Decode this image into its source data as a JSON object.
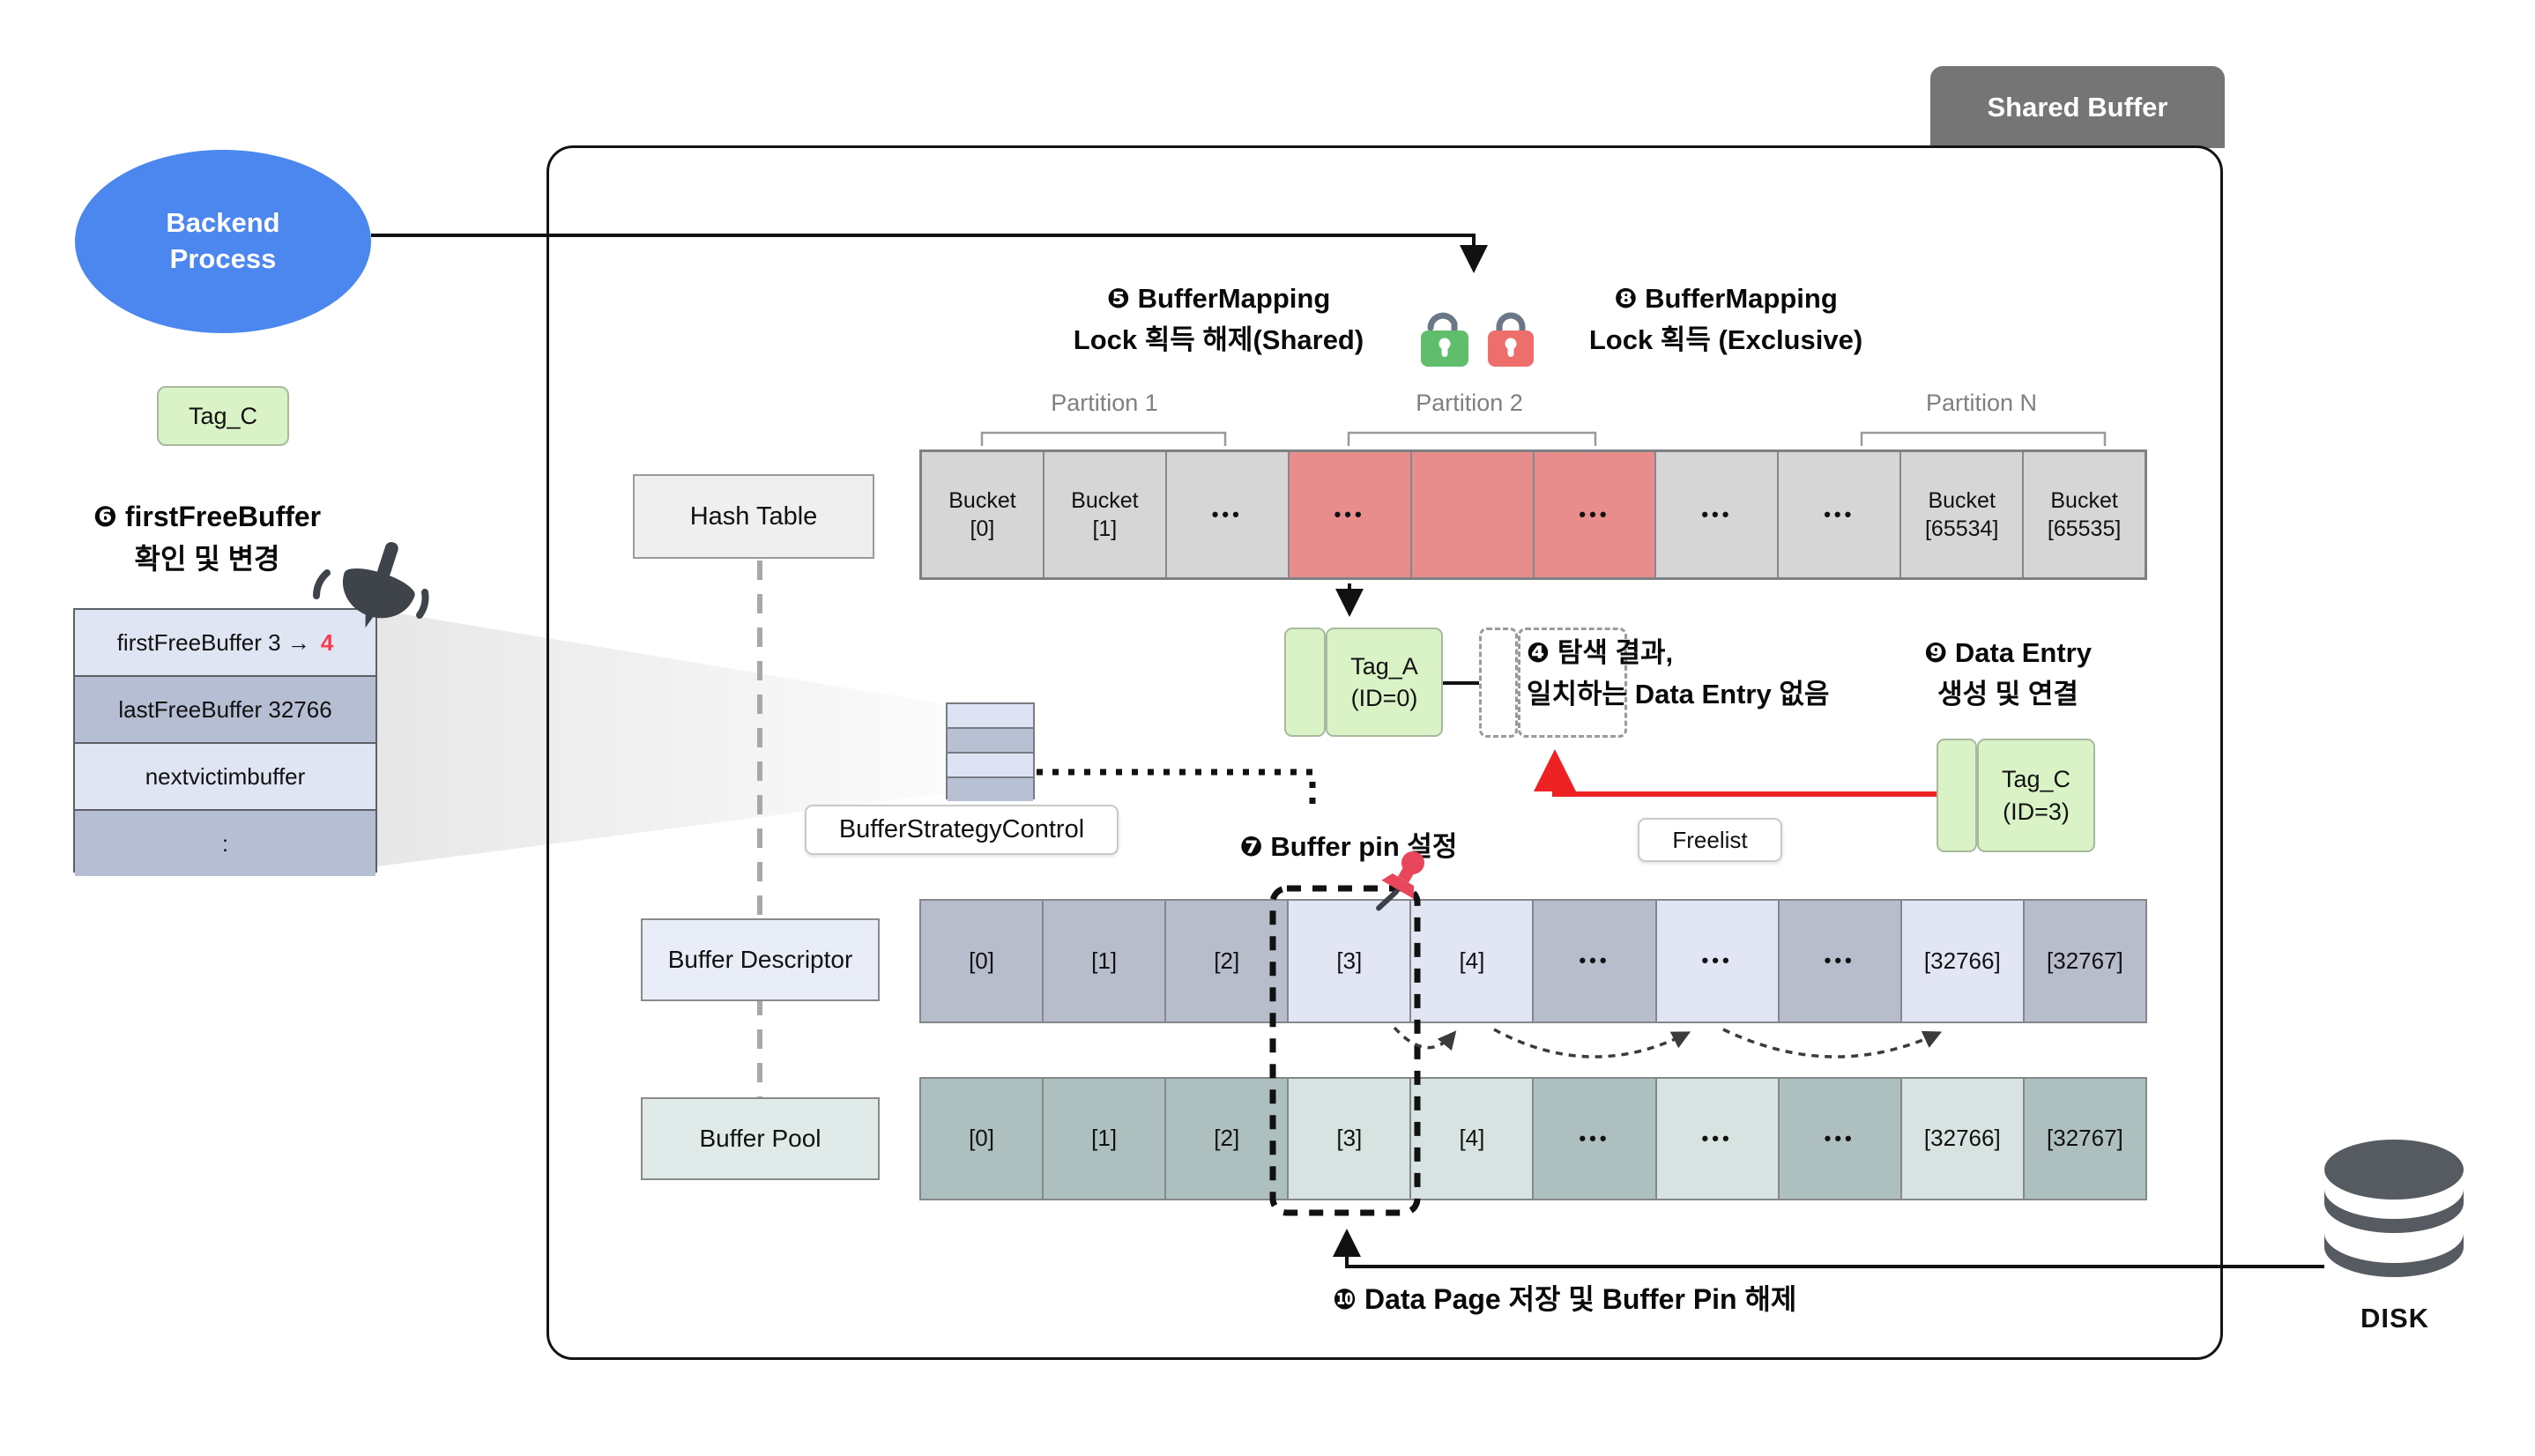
{
  "tab": {
    "label": "Shared Buffer"
  },
  "backend": {
    "label": "Backend\nProcess"
  },
  "tag_small": {
    "label": "Tag_C"
  },
  "step6": {
    "line1": "❻ firstFreeBuffer",
    "line2": "확인 및 변경"
  },
  "ffb_table": {
    "rows": [
      {
        "text": "firstFreeBuffer 3 →",
        "highlight": "4"
      },
      {
        "text": "lastFreeBuffer 32766",
        "highlight": ""
      },
      {
        "text": "nextvictimbuffer",
        "highlight": ""
      },
      {
        "text": ":",
        "highlight": ""
      }
    ]
  },
  "step5": {
    "line1": "❺ BufferMapping",
    "line2": "Lock 획득 해제(Shared)"
  },
  "step8": {
    "line1": "❽ BufferMapping",
    "line2": "Lock 획득 (Exclusive)"
  },
  "partitions": [
    {
      "label": "Partition 1"
    },
    {
      "label": "Partition 2"
    },
    {
      "label": "Partition N"
    }
  ],
  "hash_table": {
    "label": "Hash Table"
  },
  "buckets": [
    {
      "label": "Bucket\n[0]"
    },
    {
      "label": "Bucket\n[1]"
    },
    {
      "label": "•••"
    },
    {
      "label": "•••"
    },
    {
      "label": ""
    },
    {
      "label": "•••"
    },
    {
      "label": "•••"
    },
    {
      "label": "•••"
    },
    {
      "label": "Bucket\n[65534]"
    },
    {
      "label": "Bucket\n[65535]"
    }
  ],
  "tag_a": {
    "line1": "Tag_A",
    "line2": "(ID=0)"
  },
  "step4": {
    "line1": "❹ 탐색 결과,",
    "line2": "일치하는 Data Entry 없음"
  },
  "step9": {
    "line1": "❾ Data Entry",
    "line2": "생성 및 연결"
  },
  "tag_c": {
    "line1": "Tag_C",
    "line2": "(ID=3)"
  },
  "freelist": {
    "label": "Freelist"
  },
  "bsc": {
    "label": "BufferStrategyControl"
  },
  "step7": {
    "label": "❼ Buffer pin 설정"
  },
  "descriptor": {
    "label": "Buffer Descriptor",
    "cells": [
      {
        "label": "[0]"
      },
      {
        "label": "[1]"
      },
      {
        "label": "[2]"
      },
      {
        "label": "[3]"
      },
      {
        "label": "[4]"
      },
      {
        "label": "•••"
      },
      {
        "label": "•••"
      },
      {
        "label": "•••"
      },
      {
        "label": "[32766]"
      },
      {
        "label": "[32767]"
      }
    ]
  },
  "pool": {
    "label": "Buffer Pool",
    "cells": [
      {
        "label": "[0]"
      },
      {
        "label": "[1]"
      },
      {
        "label": "[2]"
      },
      {
        "label": "[3]"
      },
      {
        "label": "[4]"
      },
      {
        "label": "•••"
      },
      {
        "label": "•••"
      },
      {
        "label": "•••"
      },
      {
        "label": "[32766]"
      },
      {
        "label": "[32767]"
      }
    ]
  },
  "step10": {
    "label": "❿ Data Page 저장 및 Buffer Pin 해제"
  },
  "disk": {
    "label": "DISK"
  },
  "colors": {
    "backend_blue": "#4b87ee",
    "tag_green": "#d9f2c6",
    "bucket_gray": "#d6d6d6",
    "bucket_red": "#e88c8c",
    "descriptor_dark": "#b7bdcb",
    "descriptor_light": "#e2e6f4",
    "pool_dark": "#aebfc0",
    "pool_light": "#d7e3e1",
    "lock_green": "#5fbd6c",
    "lock_red": "#ed6e6b",
    "pin_red": "#e8465a",
    "arrow_red": "#ee2222",
    "tab_gray": "#757575",
    "disk_gray": "#555b61",
    "highlight_red": "#f43f4f"
  }
}
